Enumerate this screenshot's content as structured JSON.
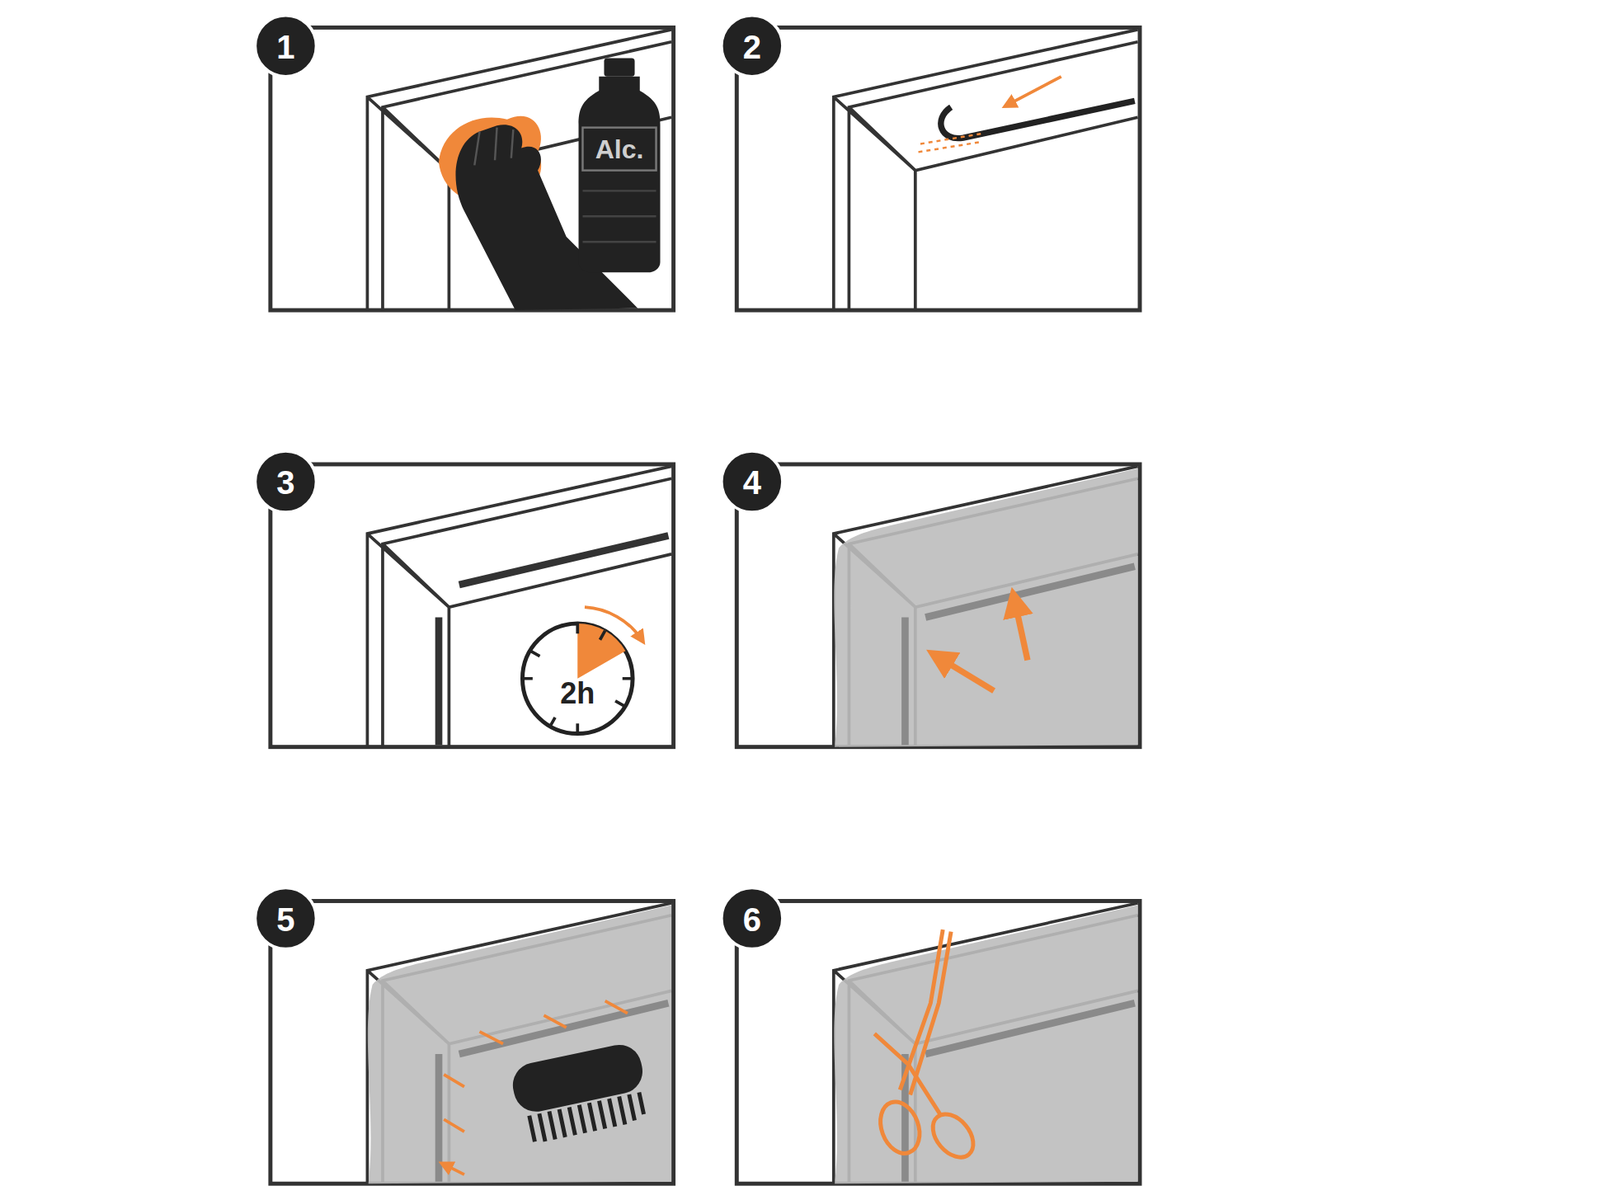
{
  "diagram": {
    "labels": [
      "1",
      "Alc.",
      "2",
      "3",
      "2h",
      "4",
      "5",
      "6"
    ]
  }
}
